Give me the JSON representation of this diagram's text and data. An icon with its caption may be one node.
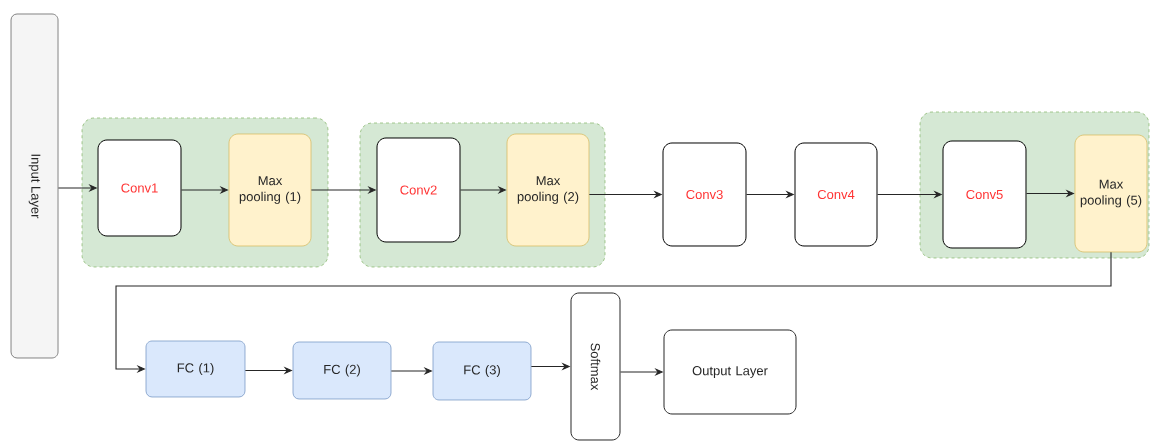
{
  "diagram": {
    "nodes": [
      {
        "text": [
          "Input Layer"
        ]
      },
      {
        "text": [],
        "shape": "box"
      },
      {
        "text": [
          "Conv1"
        ],
        "in": 1
      },
      {
        "text": [
          "Max pooling (1)"
        ],
        "in": 1
      },
      {
        "text": [],
        "shape": "box"
      },
      {
        "text": [
          "Conv2"
        ],
        "in": 4
      },
      {
        "text": [
          "Max pooling (2)"
        ],
        "in": 4
      },
      {
        "text": [
          "Conv3"
        ]
      },
      {
        "text": [
          "Conv4"
        ]
      },
      {
        "text": [],
        "shape": "box"
      },
      {
        "text": [
          "Conv5"
        ],
        "in": 9
      },
      {
        "text": [
          "Max pooling (5)"
        ],
        "in": 9
      },
      {
        "text": [
          "FC (1)"
        ]
      },
      {
        "text": [
          "FC (2)"
        ]
      },
      {
        "text": [
          "FC (3)"
        ]
      },
      {
        "text": [
          "Softmax"
        ]
      },
      {
        "text": [
          "Output Layer"
        ]
      }
    ],
    "edges": [
      {
        "from": 0,
        "to": 2,
        "arrow": "to"
      },
      {
        "from": 2,
        "to": 3,
        "arrow": "to"
      },
      {
        "from": 3,
        "to": 5,
        "arrow": "to"
      },
      {
        "from": 5,
        "to": 6,
        "arrow": "to"
      },
      {
        "from": 6,
        "to": 7,
        "arrow": "to"
      },
      {
        "from": 7,
        "to": 8,
        "arrow": "to"
      },
      {
        "from": 8,
        "to": 10,
        "arrow": "to"
      },
      {
        "from": 10,
        "to": 11,
        "arrow": "to"
      },
      {
        "from": 11,
        "to": 12,
        "arrow": "to"
      },
      {
        "from": 12,
        "to": 13,
        "arrow": "to"
      },
      {
        "from": 13,
        "to": 14,
        "arrow": "to"
      },
      {
        "from": 14,
        "to": 15,
        "arrow": "to"
      },
      {
        "from": 15,
        "to": 16,
        "arrow": "to"
      }
    ]
  }
}
